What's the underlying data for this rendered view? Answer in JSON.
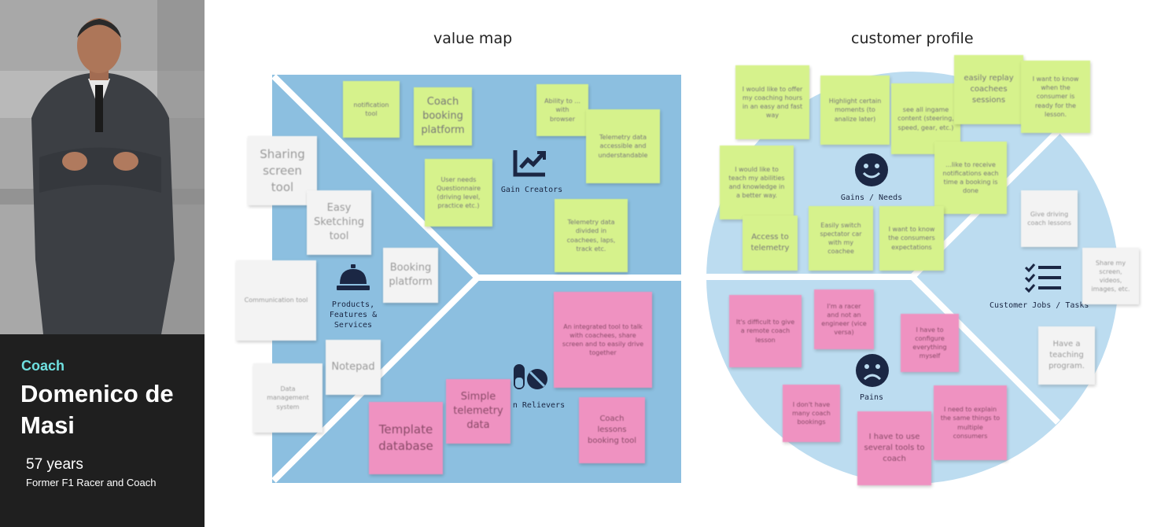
{
  "persona": {
    "role": "Coach",
    "name": "Domenico de Masi",
    "age": "57 years",
    "occupation": "Former F1 Racer and Coach"
  },
  "value_map": {
    "title": "value map",
    "sections": {
      "products": "Products, Features & Services",
      "gain_creators": "Gain Creators",
      "pain_relievers": "n Relievers"
    }
  },
  "customer_profile": {
    "title": "customer profile",
    "sections": {
      "gains": "Gains / Needs",
      "pains": "Pains",
      "jobs": "Customer Jobs / Tasks"
    }
  },
  "notes": {
    "notification_tool": "notification tool",
    "coach_booking_platform": "Coach booking platform",
    "ability_sw_browser": "Ability to ... with browser",
    "telemetry_accessible": "Telemetry data accessible and understandable",
    "user_needs_questionnaire": "User needs Questionnaire (driving level, practice etc.)",
    "telemetry_divided": "Telemetry data divided in coachees, laps, track etc.",
    "sharing_screen_tool": "Sharing screen tool",
    "easy_sketching_tool": "Easy Sketching tool",
    "booking_platform": "Booking platform",
    "communication_tool": "Communication tool",
    "notepad": "Notepad",
    "data_management_system": "Data management system",
    "integrated_tool": "An integrated tool to talk with coachees, share screen and to easily drive together",
    "simple_telemetry_data": "Simple telemetry data",
    "template_database": "Template database",
    "coach_lessons_booking_tool": "Coach lessons booking tool",
    "offer_coaching_hours": "I would like to offer my coaching hours in an easy and fast way",
    "highlight_moments": "Highlight certain moments (to analize later)",
    "see_all_ingame_content": "see all ingame content (steering, speed, gear, etc.)",
    "easily_replay_sessions": "easily replay coachees sessions",
    "know_when_consumer_ready": "I want to know when the consumer is ready for the lesson.",
    "teach_abilities": "I would like to teach my abilities and knowledge in a better way.",
    "receive_notifications": "...like to receive notifications each time a booking is done",
    "access_to_telemetry": "Access to telemetry",
    "switch_spectator_car": "Easily switch spectator car with my coachee",
    "know_expectations": "I want to know the consumers expectations",
    "give_driving_lessons": "Give driving coach lessons",
    "share_screen_videos": "Share my screen, videos, images, etc.",
    "teaching_program": "Have a teaching program.",
    "difficult_remote_lesson": "It's difficult to give a remote coach lesson",
    "racer_not_engineer": "I'm a racer and not an engineer (vice versa)",
    "configure_everything": "I have to configure everything myself",
    "not_many_bookings": "I don't have many coach bookings",
    "several_tools": "I have to use several tools to coach",
    "explain_same_things": "I need to explain the same things to multiple consumers"
  },
  "icons": {
    "products": "service-bell-icon",
    "gain_creators": "trend-chart-icon",
    "pain_relievers": "pills-icon",
    "gains": "smile-icon",
    "pains": "frown-icon",
    "jobs": "checklist-icon"
  },
  "colors": {
    "value_map_bg": "#8cbfe0",
    "profile_bg": "#bcdcf0",
    "gain_note": "#d6f28c",
    "pain_note": "#ef92c1",
    "neutral_note": "#f3f3f3",
    "role_accent": "#6fe0e0",
    "icon": "#1b2744"
  }
}
